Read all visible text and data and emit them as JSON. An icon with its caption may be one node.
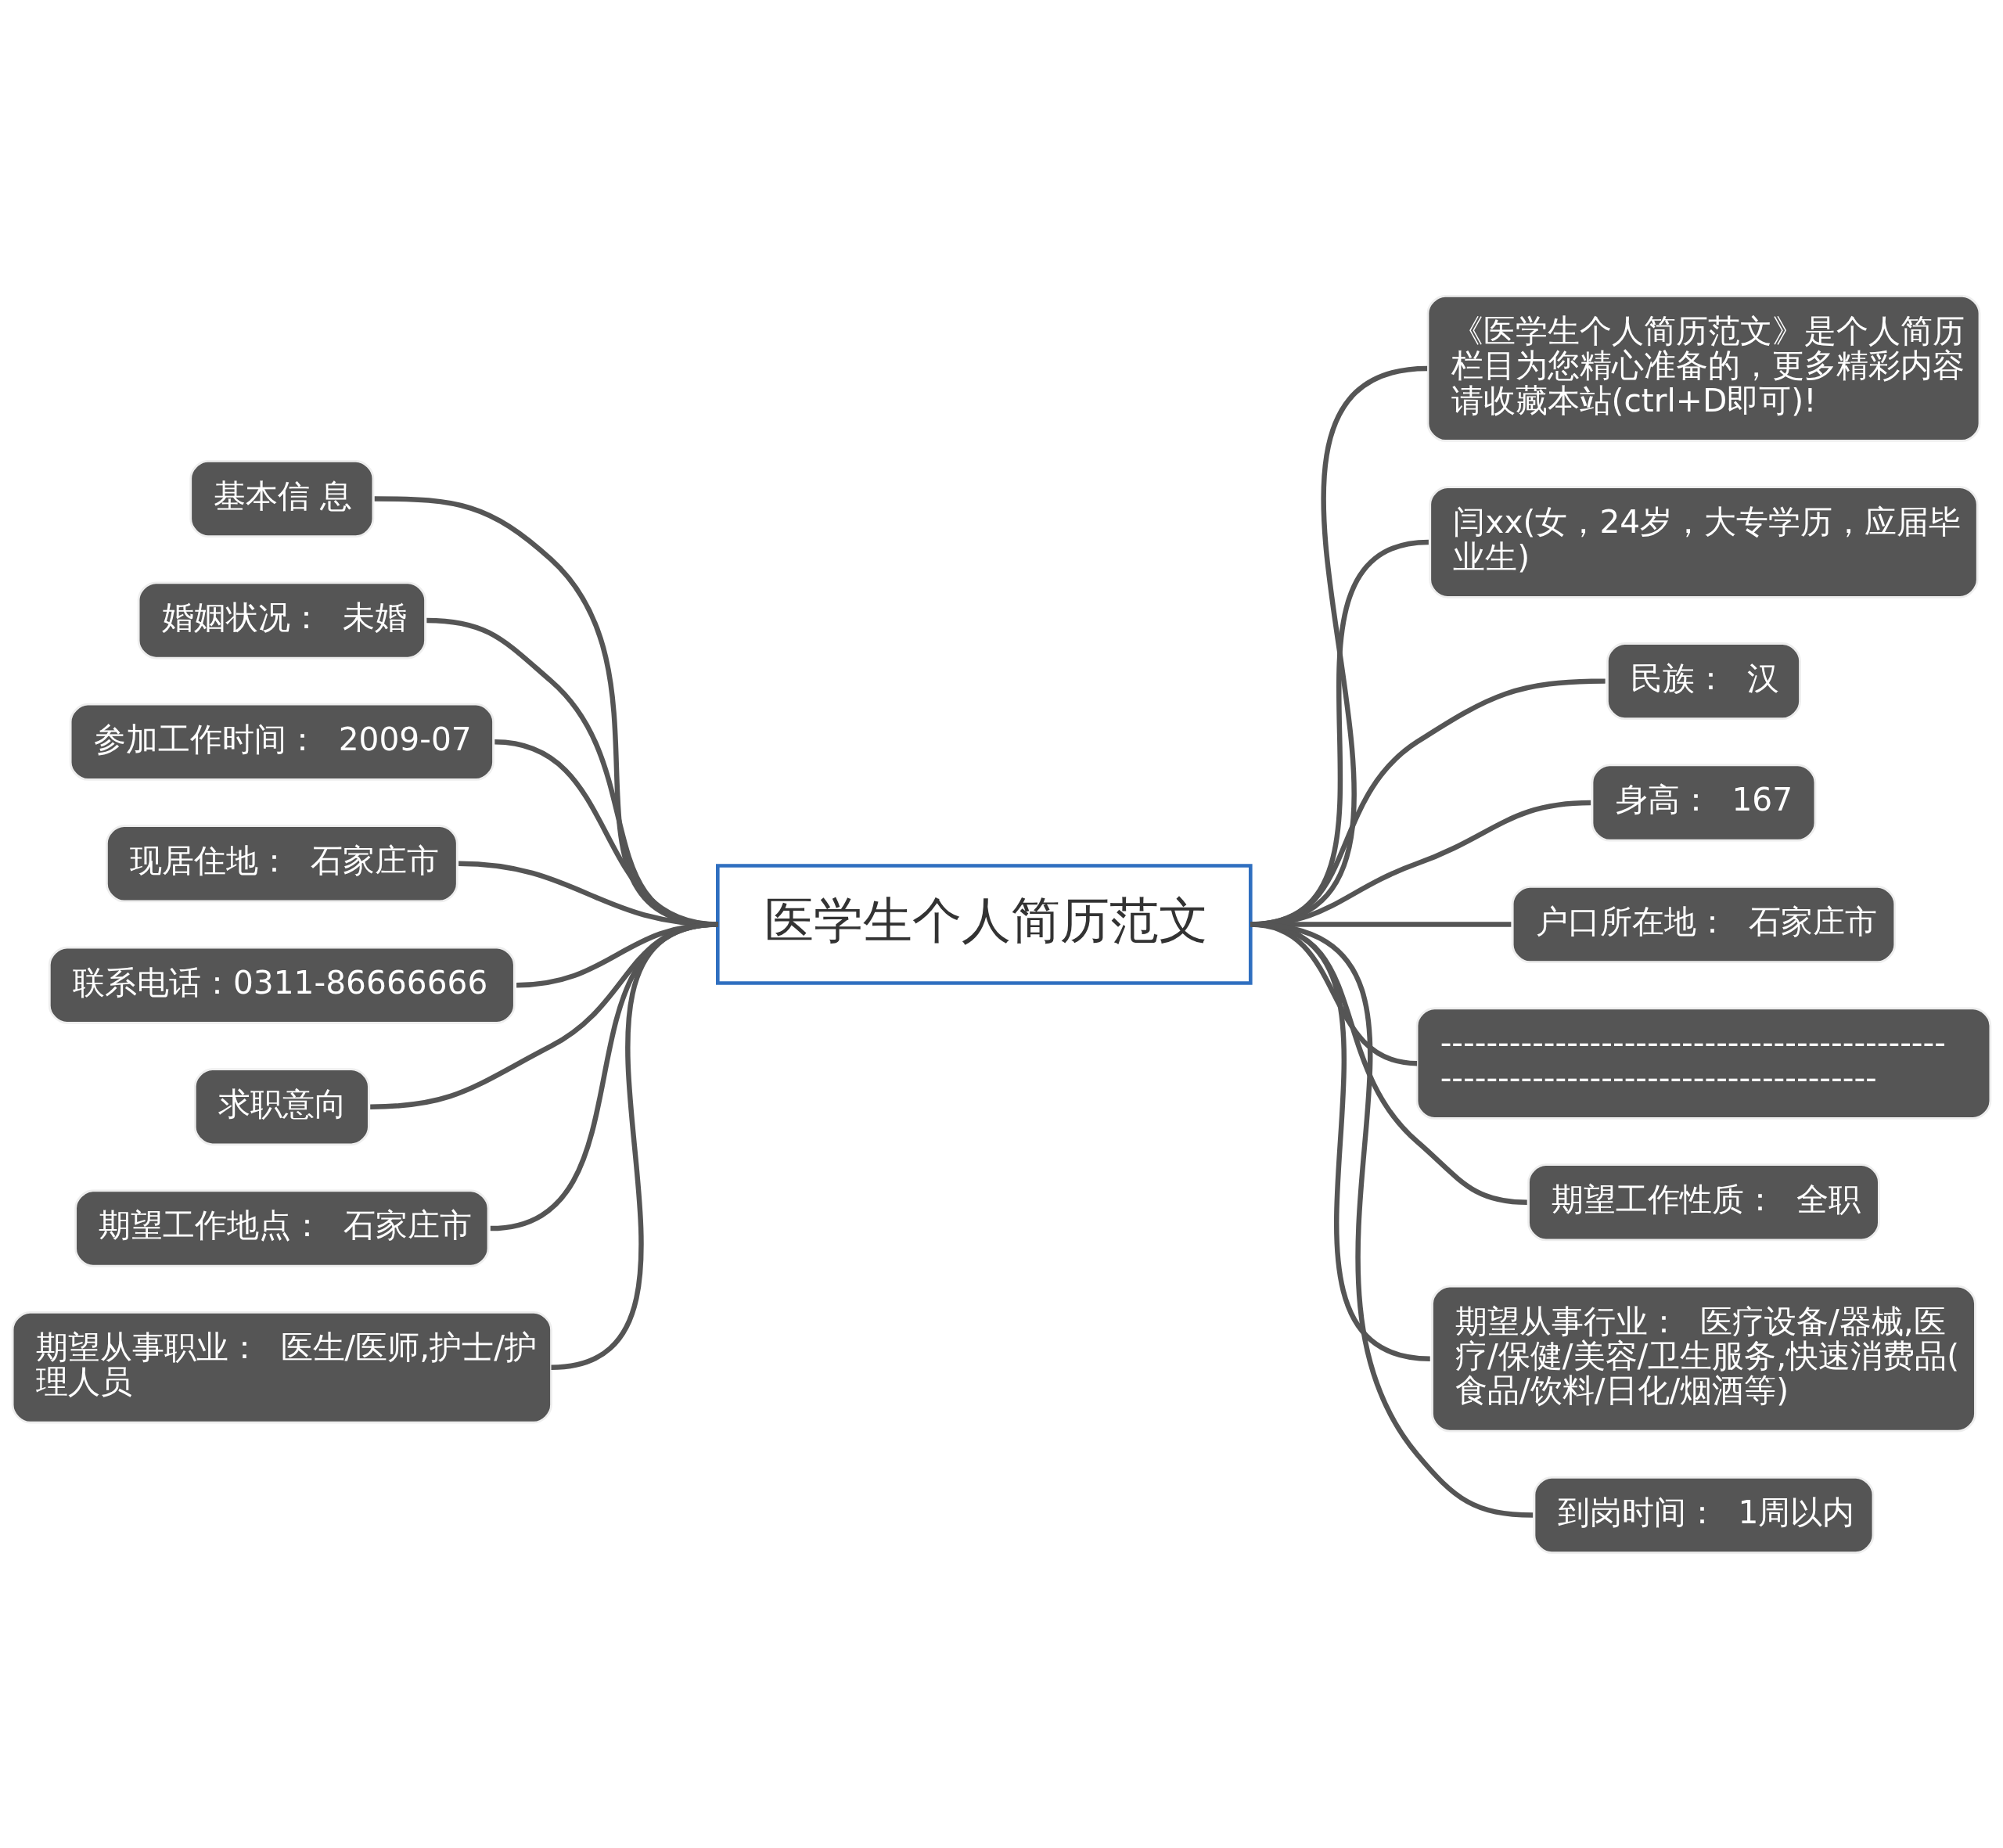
{
  "diagram": {
    "nodes": [
      {
        "text": [
          "医学生个人简历范文"
        ]
      },
      {
        "text": [
          "基本信 息"
        ]
      },
      {
        "text": [
          "婚姻状况：  未婚"
        ]
      },
      {
        "text": [
          "参加工作时间：  2009-07"
        ]
      },
      {
        "text": [
          "现居住地：  石家庄市"
        ]
      },
      {
        "text": [
          "联系电话：0311-86666666"
        ]
      },
      {
        "text": [
          "求职意向"
        ]
      },
      {
        "text": [
          "期望工作地点：  石家庄市"
        ]
      },
      {
        "text": [
          "期望从事职业：  医生/医师,护士/护理人员"
        ]
      },
      {
        "text": [
          "《医学生个人简历范文》是个人简历栏目为您精心准备的，更多精彩内容请收藏本站(ctrl+D即可)!"
        ]
      },
      {
        "text": [
          "闫xx(女，24岁，大专学历，应届毕业生)"
        ]
      },
      {
        "text": [
          "民族：  汉"
        ]
      },
      {
        "text": [
          "身高：  167"
        ]
      },
      {
        "text": [
          "户口所在地：  石家庄市"
        ]
      },
      {
        "text": [
          "----------------------------------------------------------------------------------"
        ]
      },
      {
        "text": [
          "期望工作性质：  全职"
        ]
      },
      {
        "text": [
          "期望从事行业：  医疗设备/器械,医疗/保健/美容/卫生服务,快速消费品(食品/饮料/日化/烟酒等)"
        ]
      },
      {
        "text": [
          "到岗时间：  1周以内"
        ]
      }
    ],
    "edges": [
      {
        "from": 1,
        "to": 0,
        "arrow": "none"
      },
      {
        "from": 2,
        "to": 0,
        "arrow": "none"
      },
      {
        "from": 3,
        "to": 0,
        "arrow": "none"
      },
      {
        "from": 4,
        "to": 0,
        "arrow": "none"
      },
      {
        "from": 5,
        "to": 0,
        "arrow": "none"
      },
      {
        "from": 6,
        "to": 0,
        "arrow": "none"
      },
      {
        "from": 7,
        "to": 0,
        "arrow": "none"
      },
      {
        "from": 8,
        "to": 0,
        "arrow": "none"
      },
      {
        "from": 0,
        "to": 9,
        "arrow": "none"
      },
      {
        "from": 0,
        "to": 10,
        "arrow": "none"
      },
      {
        "from": 0,
        "to": 11,
        "arrow": "none"
      },
      {
        "from": 0,
        "to": 12,
        "arrow": "none"
      },
      {
        "from": 0,
        "to": 13,
        "arrow": "none"
      },
      {
        "from": 0,
        "to": 14,
        "arrow": "none"
      },
      {
        "from": 0,
        "to": 15,
        "arrow": "none"
      },
      {
        "from": 0,
        "to": 16,
        "arrow": "none"
      },
      {
        "from": 0,
        "to": 17,
        "arrow": "none"
      }
    ]
  }
}
